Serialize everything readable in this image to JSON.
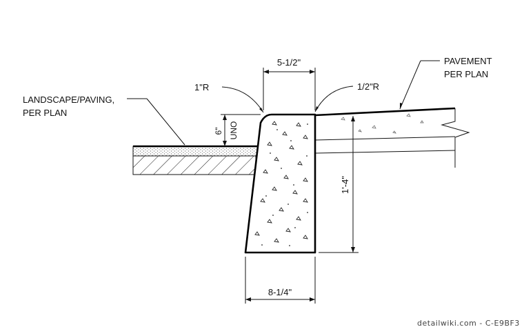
{
  "labels": {
    "landscape": [
      "LANDSCAPE/PAVING,",
      "PER PLAN"
    ],
    "pavement": [
      "PAVEMENT",
      "PER PLAN"
    ],
    "radius_left": "1\"R",
    "radius_right": "1/2\"R",
    "top_width": "5-1/2\"",
    "bottom_width": "8-1/4\"",
    "height": "1'-4\"",
    "reveal": "6\"",
    "reveal_note": "UNO"
  },
  "watermark": "detailwiki.com - C-E9BF3"
}
